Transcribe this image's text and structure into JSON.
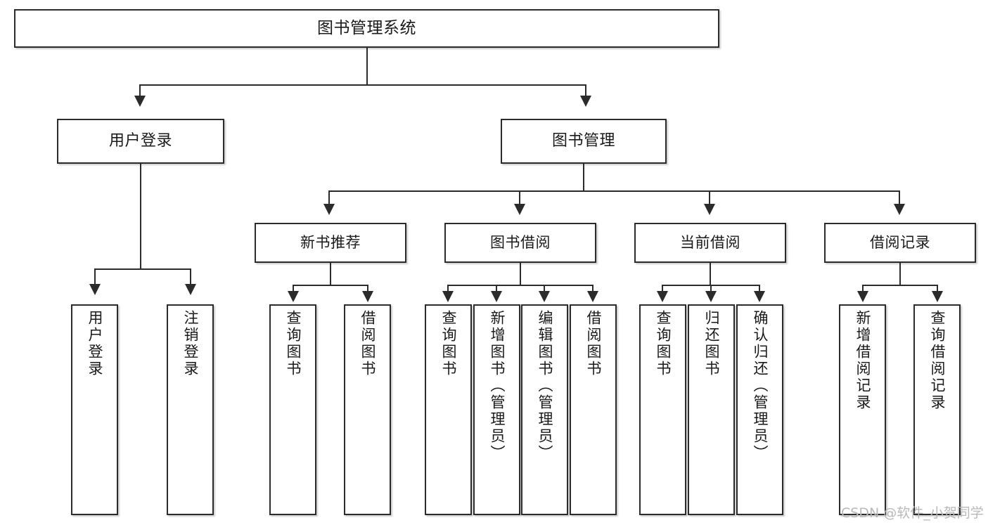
{
  "diagram": {
    "title": "图书管理系统",
    "type": "hierarchy-tree",
    "levels": 4
  },
  "root": {
    "label": "图书管理系统"
  },
  "level2": [
    {
      "label": "用户登录"
    },
    {
      "label": "图书管理"
    }
  ],
  "level3": [
    {
      "label": "新书推荐"
    },
    {
      "label": "图书借阅"
    },
    {
      "label": "当前借阅"
    },
    {
      "label": "借阅记录"
    }
  ],
  "leaves": {
    "user_login": [
      {
        "label": "用户登录"
      },
      {
        "label": "注销登录"
      }
    ],
    "new_book_recommend": [
      {
        "label": "查询图书"
      },
      {
        "label": "借阅图书"
      }
    ],
    "book_borrow": [
      {
        "label": "查询图书"
      },
      {
        "label": "新增图书（管理员）"
      },
      {
        "label": "编辑图书（管理员）"
      },
      {
        "label": "借阅图书"
      }
    ],
    "current_borrow": [
      {
        "label": "查询图书"
      },
      {
        "label": "归还图书"
      },
      {
        "label": "确认归还（管理员）"
      }
    ],
    "borrow_record": [
      {
        "label": "新增借阅记录"
      },
      {
        "label": "查询借阅记录"
      }
    ]
  },
  "watermark": {
    "text": "CSDN @软件_小贺同学"
  },
  "colors": {
    "stroke": "#2b2b2b",
    "fill": "#ffffff",
    "text": "#1a1a1a",
    "watermark": "#b9b9b9"
  }
}
